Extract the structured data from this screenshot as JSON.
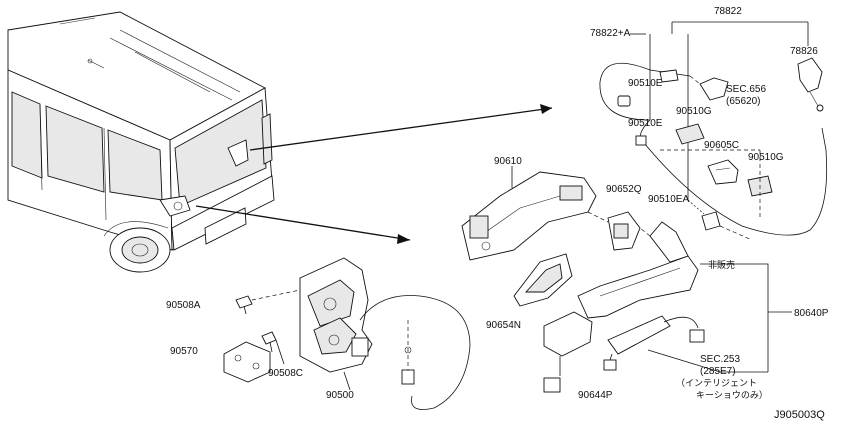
{
  "diagram": {
    "reference_code": "J905003Q",
    "callouts": {
      "p78822": "78822",
      "p78822a": "78822+A",
      "p78826": "78826",
      "p90510e_1": "90510E",
      "p90510e_2": "90510E",
      "sec656": "SEC.656",
      "sec656_sub": "(65620)",
      "p90510g_1": "90510G",
      "p90510g_2": "90510G",
      "p90605c": "90605C",
      "p90510ea": "90510EA",
      "p90610": "90610",
      "p90652q": "90652Q",
      "hanbai": "非販売",
      "p80640p": "80640P",
      "p90654n": "90654N",
      "p90508a": "90508A",
      "p90570": "90570",
      "p90508c": "90508C",
      "p90500": "90500",
      "p90644p": "90644P",
      "sec253": "SEC.253",
      "sec253_sub": "(285E7)",
      "note_line1": "（インテリジェント",
      "note_line2": "キーショウのみ）"
    }
  }
}
